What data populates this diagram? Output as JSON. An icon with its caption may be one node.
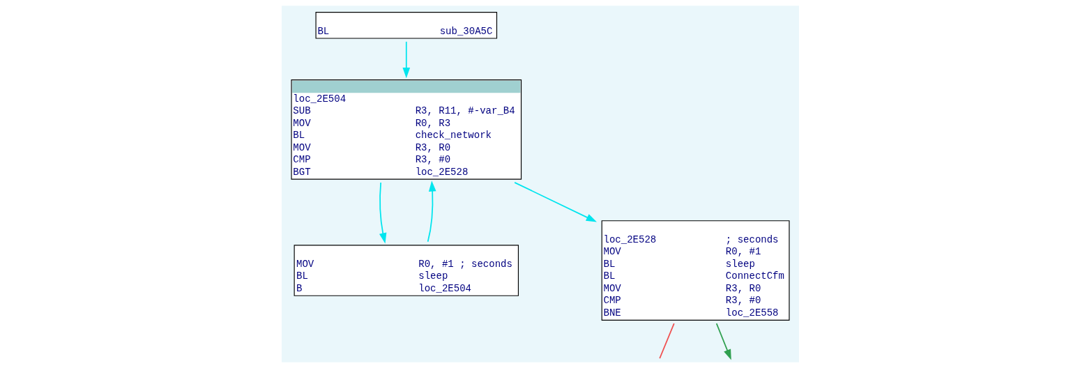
{
  "diagram": {
    "nodes": [
      {
        "text": [
          "BL sub_30A5C"
        ]
      },
      {
        "text": [
          "loc_2E504",
          "SUB R3, R11, #-var_B4",
          "MOV R0, R3",
          "BL check_network",
          "MOV R3, R0",
          "CMP R3, #0",
          "BGT loc_2E528"
        ]
      },
      {
        "text": [
          "MOV R0, #1 ; seconds",
          "BL sleep",
          "B loc_2E504"
        ]
      },
      {
        "text": [
          "loc_2E528 ; seconds",
          "MOV R0, #1",
          "BL sleep",
          "BL ConnectCfm",
          "MOV R3, R0",
          "CMP R3, #0",
          "BNE loc_2E558"
        ]
      }
    ],
    "edges": [
      {
        "from": 0,
        "to": 1,
        "arrow": "to"
      },
      {
        "from": 2,
        "to": 1,
        "arrow": "to"
      },
      {
        "from": 1,
        "to": 2,
        "arrow": "to"
      },
      {
        "from": 1,
        "to": 3,
        "arrow": "to"
      },
      {
        "from": 3,
        "to": null,
        "arrow": "none",
        "color": "#f05050"
      },
      {
        "from": 3,
        "to": null,
        "arrow": "to",
        "color": "#30a050"
      }
    ]
  }
}
